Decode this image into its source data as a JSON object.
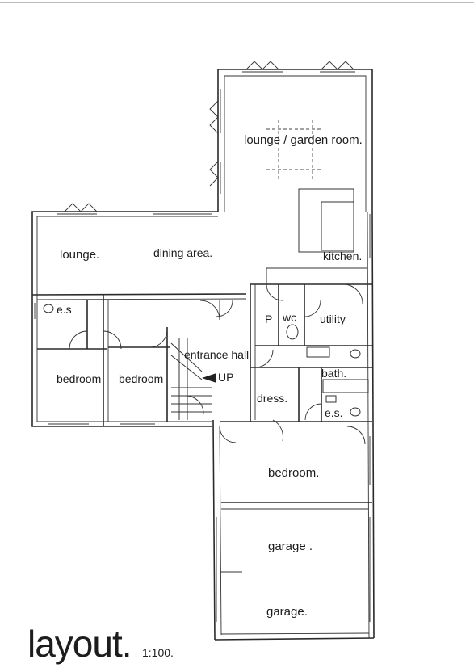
{
  "plan": {
    "title": "layout.",
    "scale": "1:100.",
    "rooms": {
      "lounge_garden": "lounge / garden room.",
      "lounge": "lounge.",
      "dining": "dining area.",
      "kitchen": "kitchen.",
      "es_left": "e.s",
      "p": "P",
      "wc": "wc",
      "utility": "utility",
      "entrance_hall": "entrance hall",
      "up": "UP",
      "bath": "bath.",
      "dress": "dress.",
      "es_right": "e.s.",
      "bedroom1": "bedroom",
      "bedroom2": "bedroom",
      "bedroom3": "bedroom.",
      "garage1": "garage .",
      "garage2": "garage."
    }
  }
}
